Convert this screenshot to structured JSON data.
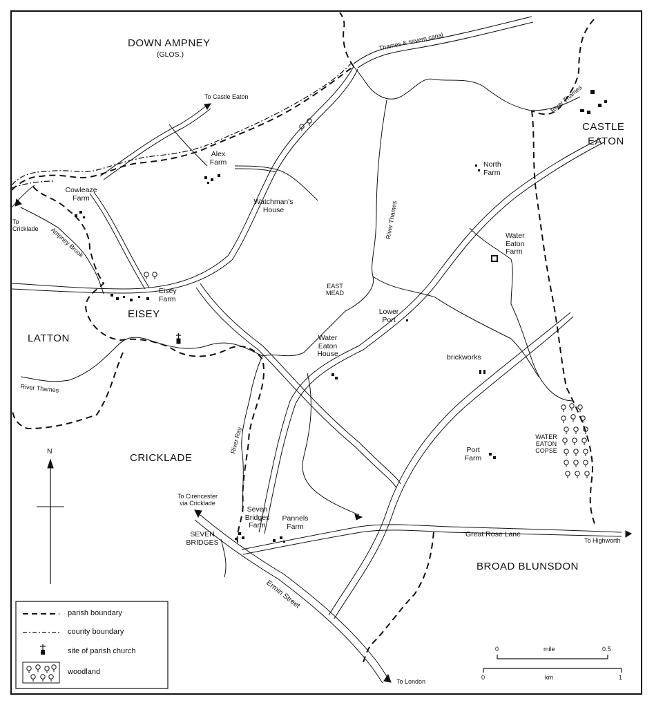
{
  "parishes": {
    "down_ampney": "DOWN AMPNEY",
    "down_ampney_county": "(GLOS.)",
    "castle_eaton": [
      "CASTLE",
      "EATON"
    ],
    "eisey": "EISEY",
    "latton": "LATTON",
    "cricklade": "CRICKLADE",
    "broad_blunsdon": "BROAD BLUNSDON"
  },
  "places": {
    "alex_farm": [
      "Alex",
      "Farm"
    ],
    "cowleaze_farm": [
      "Cowleaze",
      "Farm"
    ],
    "watchmans_house": [
      "Watchman's",
      "House"
    ],
    "north_farm": [
      "North",
      "Farm"
    ],
    "water_eaton_farm": [
      "Water",
      "Eaton",
      "Farm"
    ],
    "eisey_farm": [
      "Eisey",
      "Farm"
    ],
    "east_mead": [
      "EAST",
      "MEAD"
    ],
    "lower_port": [
      "Lower",
      "Port"
    ],
    "water_eaton_house": [
      "Water",
      "Eaton",
      "House"
    ],
    "brickworks": "brickworks",
    "port_farm": [
      "Port",
      "Farm"
    ],
    "water_eaton_copse": [
      "WATER",
      "EATON",
      "COPSE"
    ],
    "seven_bridges_farm": [
      "Seven",
      "Bridges",
      "Farm"
    ],
    "seven_bridges": [
      "SEVEN",
      "BRIDGES"
    ],
    "pannels_farm": [
      "Pannels",
      "Farm"
    ]
  },
  "roads": {
    "to_castle_eaton": "To Castle Eaton",
    "to_cricklade": [
      "To",
      "Cricklade"
    ],
    "to_cirencester": [
      "To Cirencester",
      "via Cricklade"
    ],
    "to_highworth": "To Highworth",
    "to_london": "To London",
    "great_rose_lane": "Great Rose Lane",
    "ermin_street": "Ermin Street"
  },
  "waterways": {
    "thames_severn_canal": "Thames & severn canal",
    "river_thames_ne": "River Thames",
    "river_thames_mid": "River Thames",
    "river_thames_w": "River Thames",
    "ampney_brook": "Ampney Brook",
    "river_ray": "River Ray"
  },
  "north_arrow": "N",
  "legend": {
    "parish_boundary": "parish boundary",
    "county_boundary": "county boundary",
    "church": "site of parish church",
    "woodland": "woodland"
  },
  "scale": {
    "mile_label": "mile",
    "km_label": "km",
    "mile_start": "0",
    "mile_end": "0.5",
    "km_start": "0",
    "km_end": "1"
  }
}
